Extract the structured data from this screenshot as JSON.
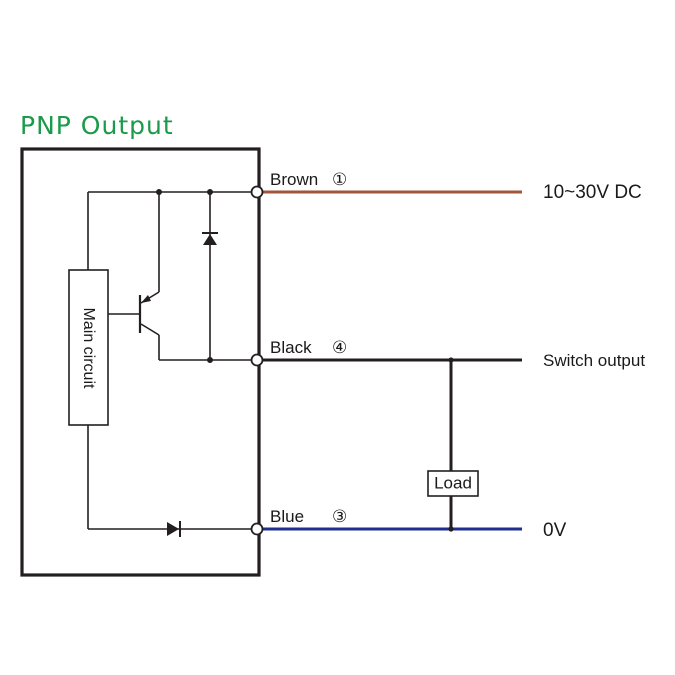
{
  "title": "PNP Output",
  "colors": {
    "title": "#1a9a4a",
    "brown_wire": "#a0553a",
    "black_wire": "#231f20",
    "blue_wire": "#1f2f8f",
    "line": "#231f20"
  },
  "internal": {
    "main_circuit": "Main circuit"
  },
  "terminals": [
    {
      "wire": "Brown",
      "number": "①",
      "output": "10~30V DC"
    },
    {
      "wire": "Black",
      "number": "④",
      "output": "Switch output"
    },
    {
      "wire": "Blue",
      "number": "③",
      "output": "0V"
    }
  ],
  "load": "Load"
}
